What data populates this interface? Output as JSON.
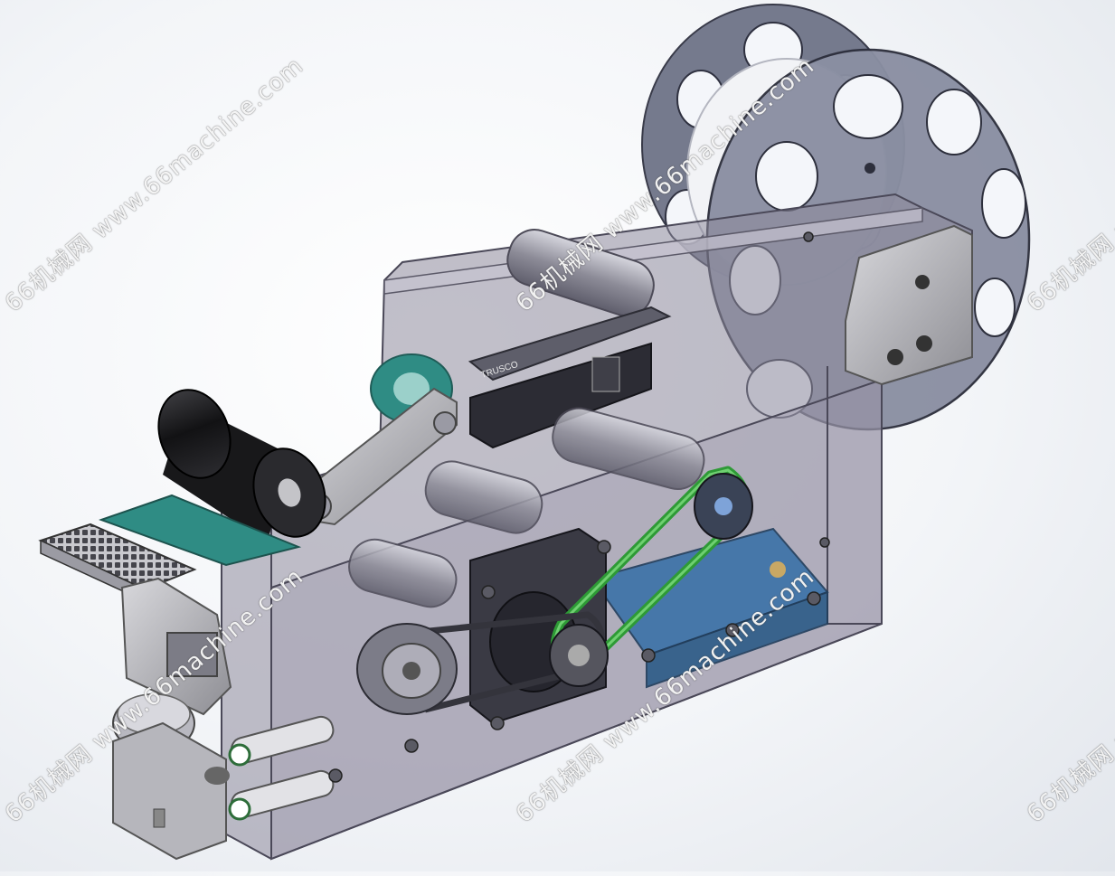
{
  "watermarks": [
    {
      "text": "66机械网 www.66machine.com"
    },
    {
      "text": "66机械网 www.66machine.com"
    },
    {
      "text": "66机械网 www.66machine.com"
    },
    {
      "text": "66机械网 www.66machine.com"
    },
    {
      "text": "66机械网 www.66machine.com"
    },
    {
      "text": "66机械网 www.66machine.com"
    }
  ],
  "part_label": "TRUSCO",
  "colors": {
    "background": "#f3f5f8",
    "housing": "#8e8a9c",
    "reel": "#7e8398",
    "roller": "#1b1b1d",
    "belt_green": "#2e9a36",
    "belt_dark": "#3a3a44",
    "base_blue": "#3b72a8",
    "pad_teal": "#2f8c84",
    "metal": "#b8b8bc"
  },
  "icons": [
    "label-reel-icon",
    "rubber-roller-icon",
    "drive-belt-icon",
    "sensor-icon",
    "perforated-plate-icon"
  ]
}
